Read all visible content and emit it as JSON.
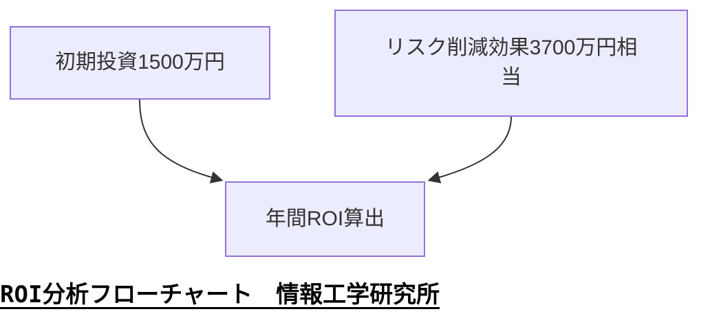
{
  "diagram": {
    "type": "flowchart",
    "caption": "ROI分析フローチャート　情報工学研究所",
    "nodes": [
      {
        "id": "initial-investment",
        "label": "初期投資1500万円"
      },
      {
        "id": "risk-reduction",
        "label": "リスク削減効果3700万円相当"
      },
      {
        "id": "annual-roi",
        "label": "年間ROI算出"
      }
    ],
    "edges": [
      {
        "from": "initial-investment",
        "to": "annual-roi"
      },
      {
        "from": "risk-reduction",
        "to": "annual-roi"
      }
    ],
    "colors": {
      "node_fill": "#ECECFF",
      "node_border": "#9370DB",
      "edge": "#333333",
      "node_text": "#333333",
      "caption_text": "#000000"
    }
  }
}
